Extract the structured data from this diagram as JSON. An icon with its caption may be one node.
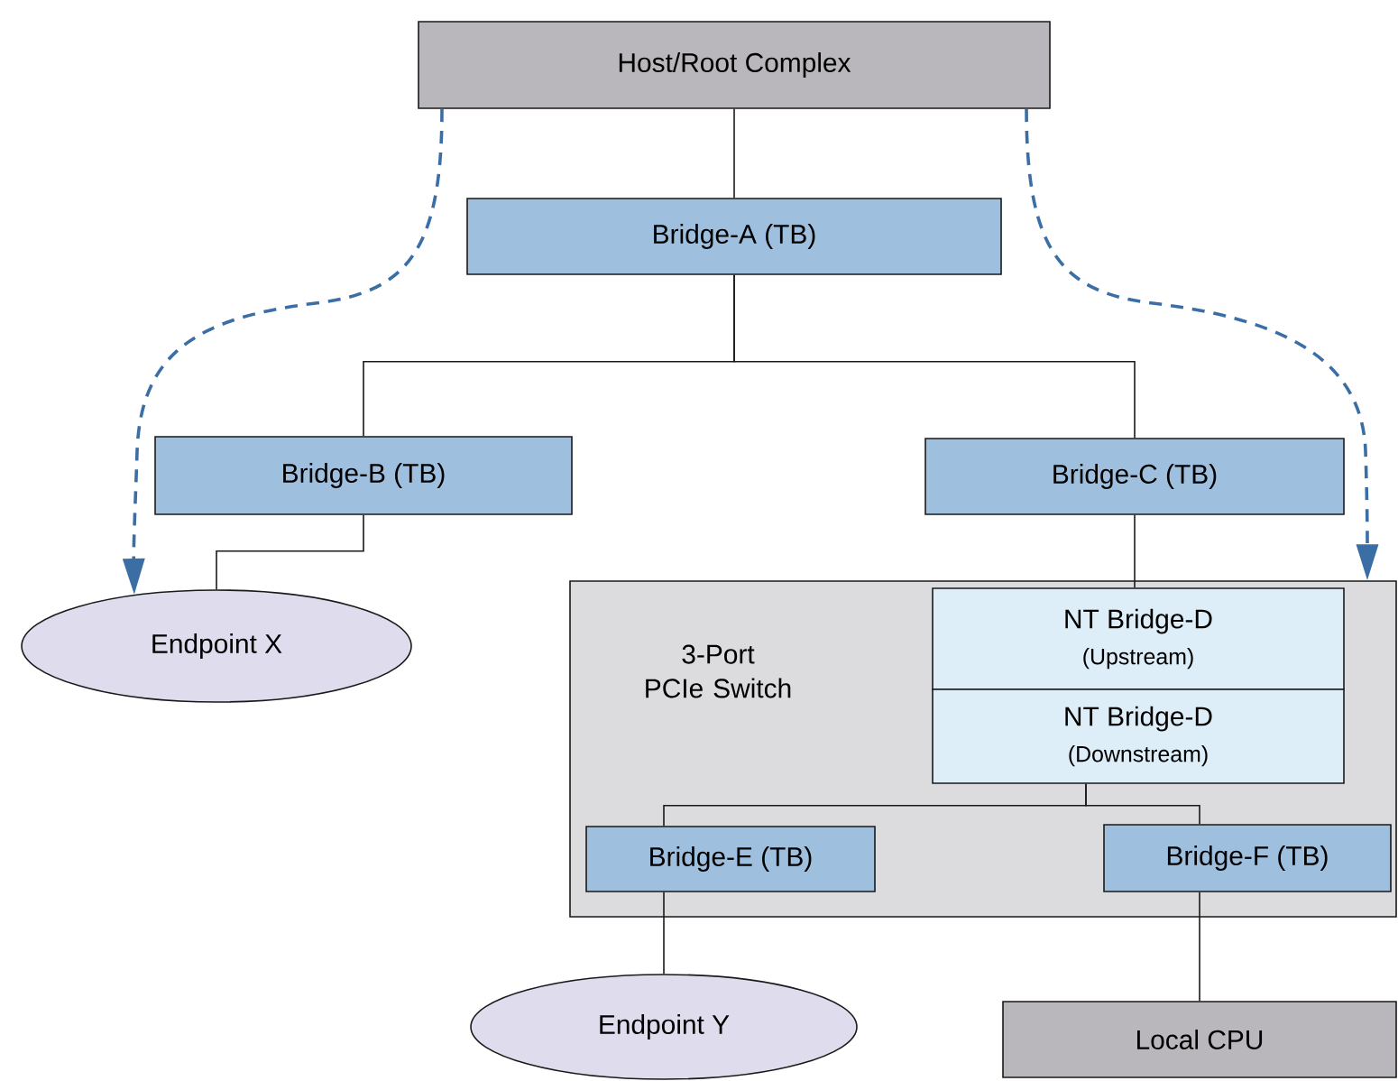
{
  "diagram": {
    "nodes": [
      {
        "text": [
          "Host/Root Complex"
        ]
      },
      {
        "text": [
          "Bridge-A (TB)"
        ]
      },
      {
        "text": [
          "Bridge-B (TB)"
        ]
      },
      {
        "text": [
          "Bridge-C (TB)"
        ]
      },
      {
        "text": [
          "Endpoint X"
        ]
      },
      {
        "text": [
          "3-Port PCIe Switch"
        ]
      },
      {
        "text": [
          "NT Bridge-D",
          "(Upstream)"
        ],
        "in": 5
      },
      {
        "text": [
          "NT Bridge-D",
          "(Downstream)"
        ],
        "in": 5
      },
      {
        "text": [
          "Bridge-E (TB)"
        ],
        "in": 5
      },
      {
        "text": [
          "Bridge-F (TB)"
        ],
        "in": 5
      },
      {
        "text": [
          "Endpoint Y"
        ]
      },
      {
        "text": [
          "Local CPU"
        ]
      }
    ],
    "edges": [
      {
        "from": 0,
        "to": 1,
        "arrow": "none"
      },
      {
        "from": 1,
        "to": 2,
        "arrow": "none"
      },
      {
        "from": 1,
        "to": 3,
        "arrow": "none"
      },
      {
        "from": 2,
        "to": 4,
        "arrow": "none"
      },
      {
        "from": 3,
        "to": 6,
        "arrow": "none"
      },
      {
        "from": 7,
        "to": 8,
        "arrow": "none"
      },
      {
        "from": 7,
        "to": 9,
        "arrow": "none"
      },
      {
        "from": 8,
        "to": 10,
        "arrow": "none"
      },
      {
        "from": 9,
        "to": 11,
        "arrow": "none"
      },
      {
        "from": 0,
        "to": 4,
        "arrow": "to",
        "style": "dashed",
        "color": "#3b6ea5"
      },
      {
        "from": 0,
        "to": 5,
        "arrow": "to",
        "style": "dashed",
        "color": "#3b6ea5"
      }
    ]
  }
}
